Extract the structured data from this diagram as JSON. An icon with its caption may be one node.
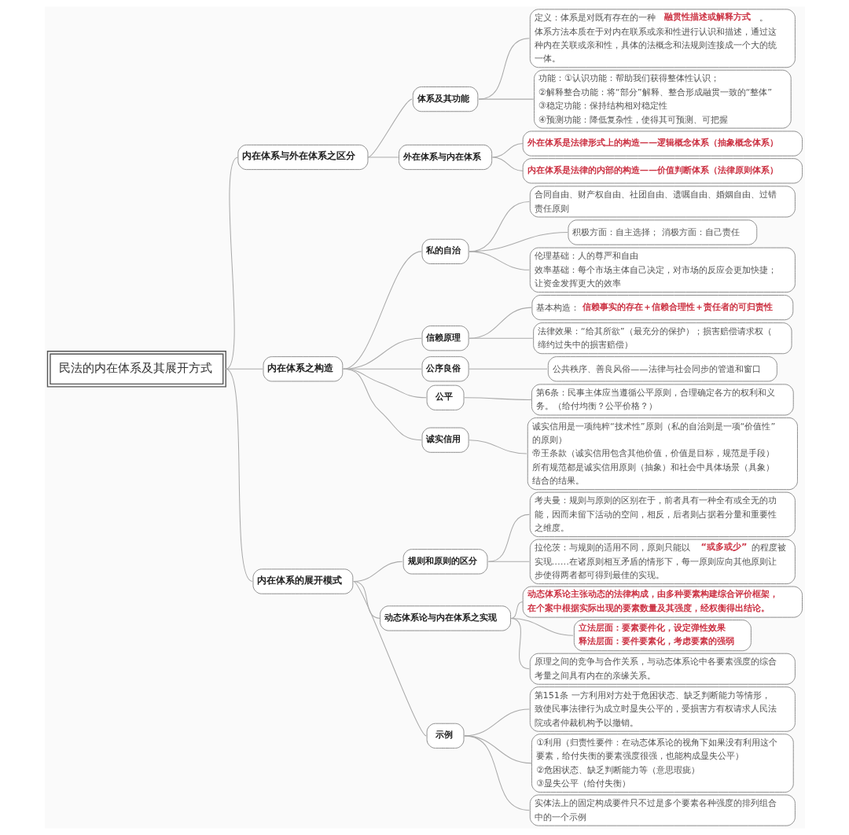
{
  "diagram": {
    "nodes": [
      {
        "text": [
          "民法的内在体系及其展开方式"
        ]
      },
      {
        "text": [
          "内在体系与外在体系之区分"
        ]
      },
      {
        "text": [
          "体系及其功能"
        ]
      },
      {
        "text": [
          "定义：体系是对既有存在的一种**融贯性描述或解释方式**。",
          "体系方法本质在于对内在联系或亲和性进行认识和描述，通过这种内在关联或亲和性，具体的法概念和法规则连接成一个大的统一体。"
        ]
      },
      {
        "text": [
          "功能：①认识功能：帮助我们获得整体性认识；",
          "②解释整合功能：将“部分”解释、整合形成融贯一致的“整体”",
          "③稳定功能：保持结构相对稳定性",
          "④预测功能：降低复杂性，使得其可预测、可把握"
        ]
      },
      {
        "text": [
          "外在体系与内在体系"
        ]
      },
      {
        "text": [
          "外在体系是法律形式上的构造——逻辑概念体系（抽象概念体系）"
        ]
      },
      {
        "text": [
          "内在体系是法律的内部的构造——价值判断体系（法律原则体系）"
        ]
      },
      {
        "text": [
          "内在体系之构造"
        ]
      },
      {
        "text": [
          "私的自治"
        ]
      },
      {
        "text": [
          "合同自由、财产权自由、社团自由、遗嘱自由、婚姻自由、过错责任原则"
        ]
      },
      {
        "text": [
          "积极方面：自主选择； 消极方面：自己责任"
        ]
      },
      {
        "text": [
          "伦理基础：人的尊严和自由",
          "效率基础：每个市场主体自己决定，对市场的反应会更加快捷；让资金发挥更大的效率"
        ]
      },
      {
        "text": [
          "信赖原理"
        ]
      },
      {
        "text": [
          "基本构造：**信赖事实的存在＋信赖合理性＋责任者的可归责性**"
        ]
      },
      {
        "text": [
          "法律效果：“给其所欲”（最充分的保护）；损害赔偿请求权（缔约过失中的损害赔偿）"
        ]
      },
      {
        "text": [
          "公序良俗"
        ]
      },
      {
        "text": [
          "公共秩序、善良风俗——法律与社会同步的管道和窗口"
        ]
      },
      {
        "text": [
          "公平"
        ]
      },
      {
        "text": [
          "第6条：民事主体应当遵循公平原则，合理确定各方的权利和义务。（给付均衡？公平价格？）"
        ]
      },
      {
        "text": [
          "诚实信用"
        ]
      },
      {
        "text": [
          "诚实信用是一项纯粹“技术性”原则（私的自治则是一项“价值性”的原则）",
          "帝王条款（诚实信用包含其他价值，价值是目标，规范是手段）",
          "所有规范都是诚实信用原则（抽象）和社会中具体场景（具象）结合的结果。"
        ]
      },
      {
        "text": [
          "内在体系的展开模式"
        ]
      },
      {
        "text": [
          "规则和原则的区分"
        ]
      },
      {
        "text": [
          "考夫曼：规则与原则的区别在于，前者具有一种全有或全无的功能，因而未留下活动的空间，相反，后者则占据着分量和重要性之维度。"
        ]
      },
      {
        "text": [
          "拉伦茨：与规则的适用不同，原则只能以**“或多或少”**的程度被实现……在诸原则相互矛盾的情形下，每一原则应向其他原则让步使得两者都可得到最佳的实现。"
        ]
      },
      {
        "text": [
          "动态体系论与内在体系之实现"
        ]
      },
      {
        "text": [
          "动态体系论主张动态的法律构成，由多种要素构建综合评价框架，在个案中根据实际出现的要素数量及其强度，经权衡得出结论。"
        ]
      },
      {
        "text": [
          "立法层面：要素要件化，设定弹性效果",
          "释法层面：要件要素化，考虑要素的强弱"
        ]
      },
      {
        "text": [
          "原理之间的竞争与合作关系，与动态体系论中各要素强度的综合考量之间具有内在的亲缘关系。"
        ]
      },
      {
        "text": [
          "示例"
        ]
      },
      {
        "text": [
          "第151条 一方利用对方处于危困状态、缺乏判断能力等情形，致使民事法律行为成立时显失公平的，受损害方有权请求人民法院或者仲裁机构予以撤销。"
        ]
      },
      {
        "text": [
          "①利用（归责性要件：在动态体系论的视角下如果没有利用这个要素，给付失衡的要素强度很强，也能构成显失公平）",
          "②危困状态、缺乏判断能力等（意思瑕疵）",
          "③显失公平（给付失衡）"
        ]
      },
      {
        "text": [
          "实体法上的固定构成要件只不过是多个要素各种强度的排列组合中的一个示例"
        ]
      }
    ],
    "edges": [
      {
        "from": 0,
        "to": 1,
        "arrow": "none"
      },
      {
        "from": 1,
        "to": 2,
        "arrow": "none"
      },
      {
        "from": 2,
        "to": 3,
        "arrow": "none"
      },
      {
        "from": 2,
        "to": 4,
        "arrow": "none"
      },
      {
        "from": 1,
        "to": 5,
        "arrow": "none"
      },
      {
        "from": 5,
        "to": 6,
        "arrow": "none"
      },
      {
        "from": 5,
        "to": 7,
        "arrow": "none"
      },
      {
        "from": 0,
        "to": 8,
        "arrow": "none"
      },
      {
        "from": 8,
        "to": 9,
        "arrow": "none"
      },
      {
        "from": 9,
        "to": 10,
        "arrow": "none"
      },
      {
        "from": 9,
        "to": 11,
        "arrow": "none"
      },
      {
        "from": 9,
        "to": 12,
        "arrow": "none"
      },
      {
        "from": 8,
        "to": 13,
        "arrow": "none"
      },
      {
        "from": 13,
        "to": 14,
        "arrow": "none"
      },
      {
        "from": 13,
        "to": 15,
        "arrow": "none"
      },
      {
        "from": 8,
        "to": 16,
        "arrow": "none"
      },
      {
        "from": 16,
        "to": 17,
        "arrow": "none"
      },
      {
        "from": 8,
        "to": 18,
        "arrow": "none"
      },
      {
        "from": 18,
        "to": 19,
        "arrow": "none"
      },
      {
        "from": 8,
        "to": 20,
        "arrow": "none"
      },
      {
        "from": 20,
        "to": 21,
        "arrow": "none"
      },
      {
        "from": 0,
        "to": 22,
        "arrow": "none"
      },
      {
        "from": 22,
        "to": 23,
        "arrow": "none"
      },
      {
        "from": 23,
        "to": 24,
        "arrow": "none"
      },
      {
        "from": 23,
        "to": 25,
        "arrow": "none"
      },
      {
        "from": 22,
        "to": 26,
        "arrow": "none"
      },
      {
        "from": 26,
        "to": 27,
        "arrow": "none"
      },
      {
        "from": 26,
        "to": 28,
        "arrow": "none"
      },
      {
        "from": 26,
        "to": 29,
        "arrow": "none"
      },
      {
        "from": 22,
        "to": 30,
        "arrow": "none"
      },
      {
        "from": 30,
        "to": 31,
        "arrow": "none"
      },
      {
        "from": 30,
        "to": 32,
        "arrow": "none"
      },
      {
        "from": 30,
        "to": 33,
        "arrow": "none"
      }
    ]
  }
}
